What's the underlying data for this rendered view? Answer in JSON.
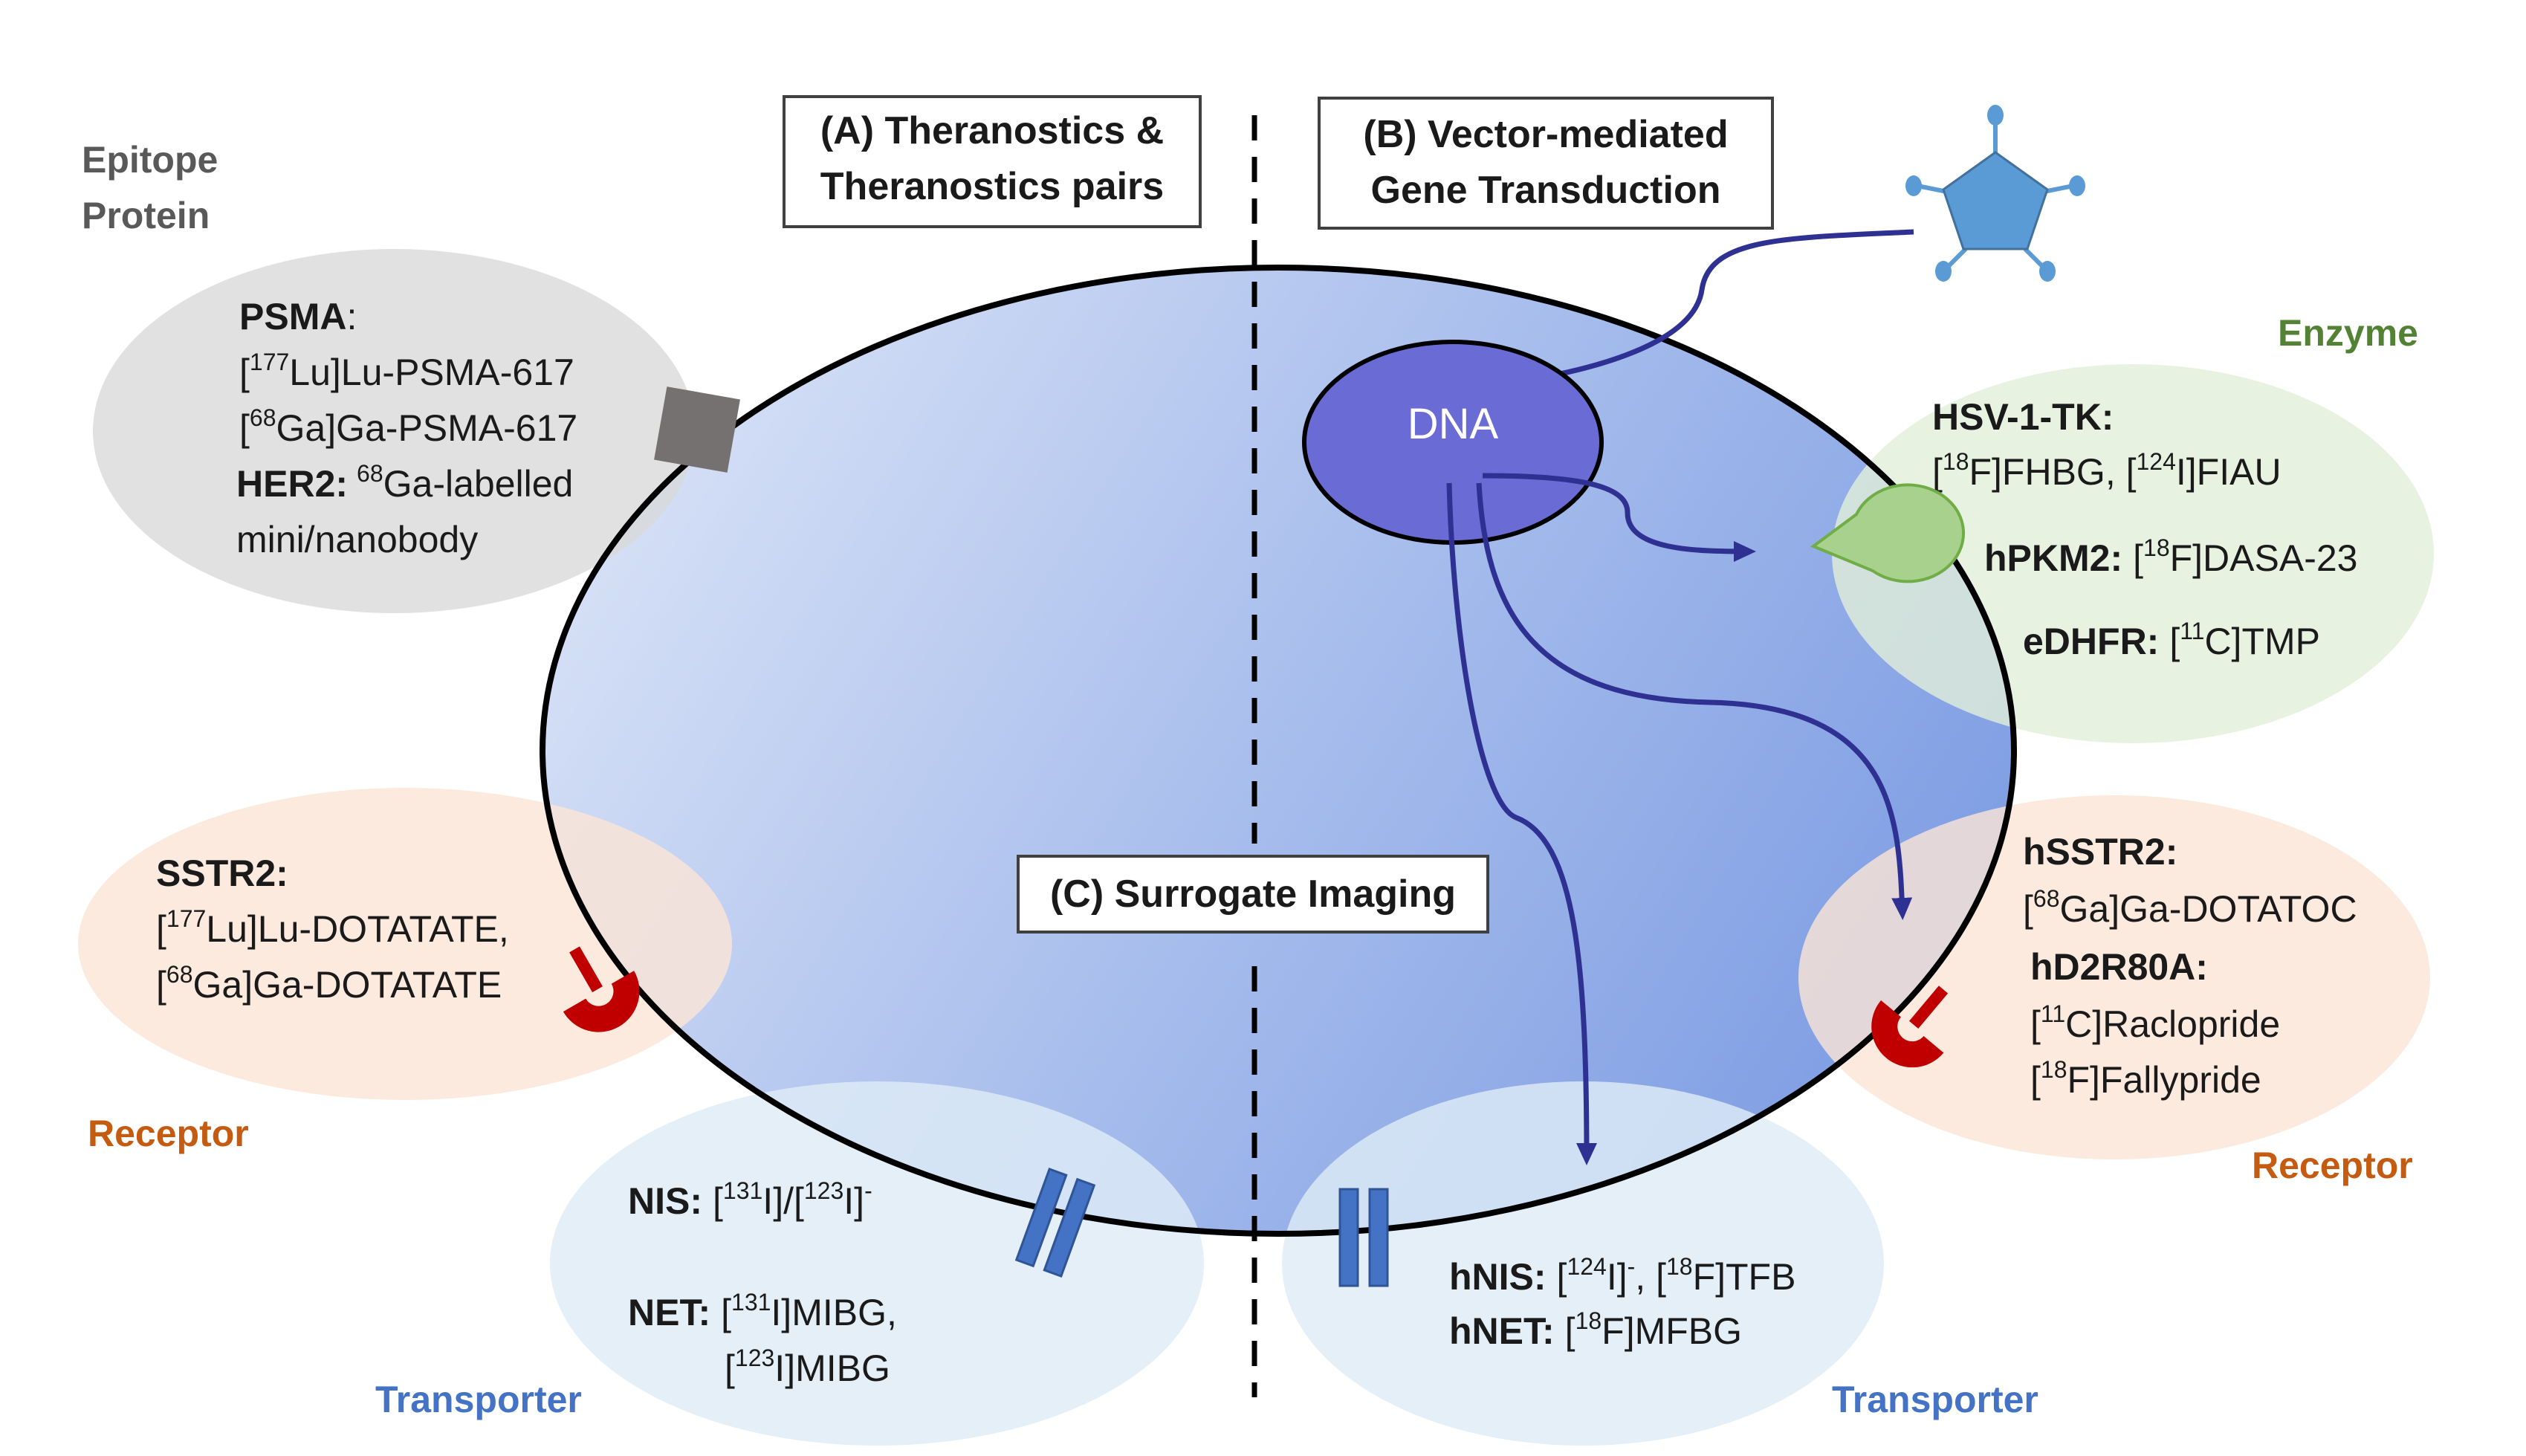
{
  "boxes": {
    "a_line1": "(A) Theranostics &",
    "a_line2": "Theranostics pairs",
    "b_line1": "(B) Vector-mediated",
    "b_line2": "Gene Transduction",
    "c": "(C) Surrogate Imaging"
  },
  "categories": {
    "epitope_line1": "Epitope",
    "epitope_line2": "Protein",
    "enzyme": "Enzyme",
    "receptor_left": "Receptor",
    "receptor_right": "Receptor",
    "transporter_left": "Transporter",
    "transporter_right": "Transporter"
  },
  "dna": "DNA",
  "epitope": {
    "psma_name": "PSMA",
    "psma_colon": ":",
    "psma_t1": [
      "[",
      "177",
      "Lu]Lu-PSMA-617"
    ],
    "psma_t2": [
      "[",
      "68",
      "Ga]Ga-PSMA-617"
    ],
    "her2_name": "HER2:",
    "her2_t1": [
      "68",
      "Ga-labelled"
    ],
    "her2_t2": "mini/nanobody"
  },
  "receptor_left": {
    "name": "SSTR2:",
    "t1": [
      "[",
      "177",
      "Lu]Lu-DOTATATE,"
    ],
    "t2": [
      "[",
      "68",
      "Ga]Ga-DOTATATE"
    ]
  },
  "transporter_left": {
    "nis_name": "NIS:",
    "nis_t": [
      "[",
      "131",
      "I]/[",
      "123",
      "I]",
      "-"
    ],
    "net_name": "NET:",
    "net_t1": [
      "[",
      "131",
      "I]MIBG,"
    ],
    "net_t2": [
      "[",
      "123",
      "I]MIBG"
    ]
  },
  "enzyme": {
    "hsv_name": "HSV-1-TK:",
    "hsv_t": [
      "[",
      "18",
      "F]FHBG, [",
      "124",
      "I]FIAU"
    ],
    "hpkm2_name": "hPKM2:",
    "hpkm2_t": [
      "[",
      "18",
      "F]DASA-23"
    ],
    "edhfr_name": "eDHFR:",
    "edhfr_t": [
      "[",
      "11",
      "C]TMP"
    ]
  },
  "receptor_right": {
    "hsstr2_name": "hSSTR2:",
    "hsstr2_t": [
      "[",
      "68",
      "Ga]Ga-DOTATOC"
    ],
    "hd2_name": "hD2R80A:",
    "hd2_t1": [
      "[",
      "11",
      "C]Raclopride"
    ],
    "hd2_t2": [
      "[",
      "18",
      "F]Fallypride"
    ]
  },
  "transporter_right": {
    "hnis_name": "hNIS:",
    "hnis_t": [
      "[",
      "124",
      "I]",
      "-",
      ", [",
      "18",
      "F]TFB"
    ],
    "hnet_name": "hNET:",
    "hnet_t": [
      "[",
      "18",
      "F]MFBG"
    ]
  },
  "colors": {
    "epitope_label": "#595959",
    "enzyme_label": "#548235",
    "receptor_label": "#C55A11",
    "transporter_label": "#4472C4",
    "arrow": "#2E3192",
    "dna_fill": "#6B6BD6",
    "receptor_shape": "#C00000",
    "transporter_shape": "#4472C4",
    "enzyme_shape": "#A9D18E",
    "vector_shape": "#5B9BD5",
    "epitope_shape": "#767171"
  },
  "icons": [
    "virus-vector-icon",
    "dna-icon",
    "enzyme-pacman-icon",
    "receptor-icon",
    "transporter-channel-icon",
    "epitope-square-icon"
  ]
}
